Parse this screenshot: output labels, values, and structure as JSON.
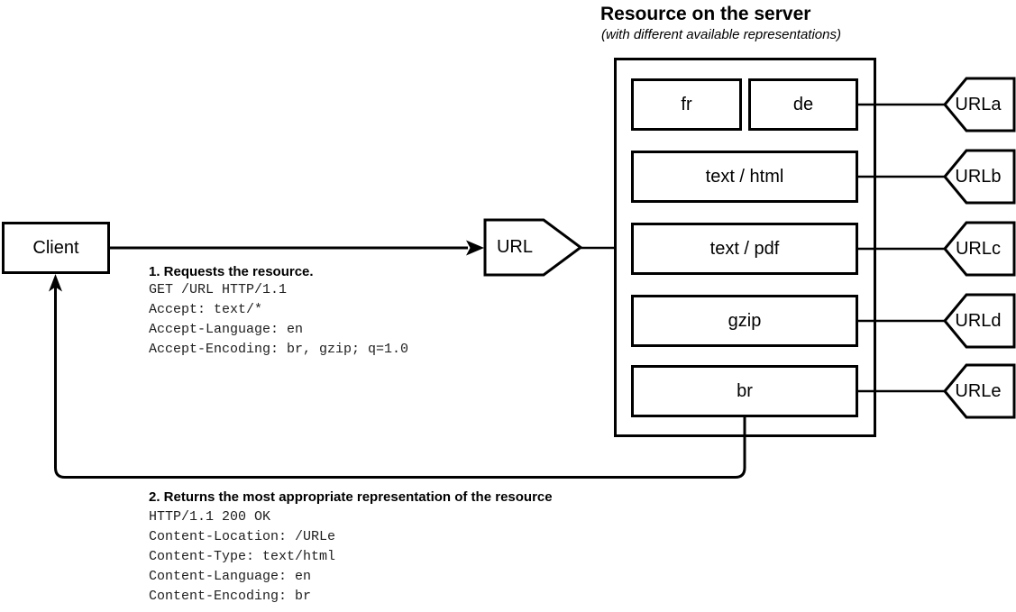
{
  "title": {
    "heading": "Resource on the server",
    "subtitle": "(with different available representations)"
  },
  "client": {
    "label": "Client"
  },
  "url_node": {
    "label": "URL"
  },
  "request": {
    "heading": "1. Requests the resource.",
    "lines": [
      "GET /URL HTTP/1.1",
      "Accept: text/*",
      "Accept-Language: en",
      "Accept-Encoding: br, gzip; q=1.0"
    ]
  },
  "response": {
    "heading": "2. Returns the most appropriate representation of the resource",
    "lines": [
      "HTTP/1.1 200 OK",
      "Content-Location: /URLe",
      "Content-Type: text/html",
      "Content-Language: en",
      "Content-Encoding: br"
    ]
  },
  "representations": [
    {
      "label": "fr"
    },
    {
      "label": "de"
    },
    {
      "label": "text / html"
    },
    {
      "label": "text / pdf"
    },
    {
      "label": "gzip"
    },
    {
      "label": "br"
    }
  ],
  "urls": [
    {
      "label": "URLa"
    },
    {
      "label": "URLb"
    },
    {
      "label": "URLc"
    },
    {
      "label": "URLd"
    },
    {
      "label": "URLe"
    }
  ],
  "colors": {
    "stroke": "#000000",
    "background": "#ffffff",
    "text": "#000000"
  }
}
